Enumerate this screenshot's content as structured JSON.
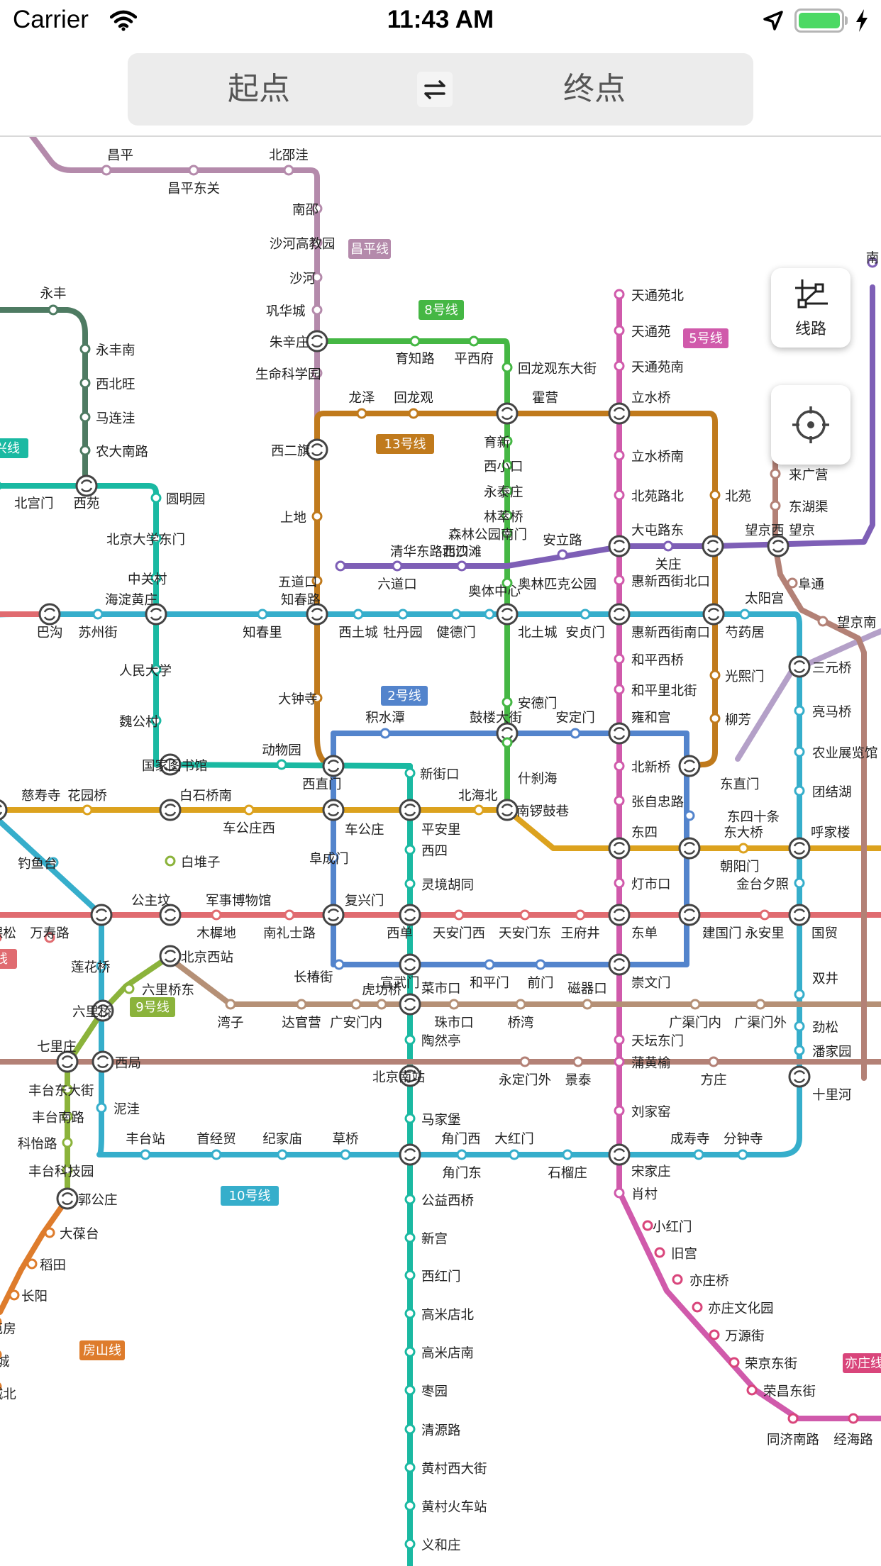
{
  "status_bar": {
    "carrier": "Carrier",
    "time": "11:43 AM"
  },
  "route_bar": {
    "start_placeholder": "起点",
    "end_placeholder": "终点"
  },
  "map_controls": {
    "lines_label": "线路"
  },
  "colors": {
    "line13": "#c07a1c",
    "line8": "#45b744",
    "line2": "#5384cc",
    "line10": "#36aecb",
    "line5": "#d05aab",
    "changping": "#b48aab",
    "line4": "#1ab9a2",
    "line1": "#e06b70",
    "line6": "#dca21e",
    "line15": "#7e5fb6",
    "line7": "#b59076",
    "line9": "#8bb33b",
    "fangshan": "#de7c2c",
    "yizhuang": "#d9457b",
    "airport": "#b4a0c8",
    "line14": "#b38176",
    "xijiao": "#4e7b62"
  },
  "line_labels": [
    {
      "text": "昌平线",
      "color": "#b48aab"
    },
    {
      "text": "8号线",
      "color": "#45b744"
    },
    {
      "text": "5号线",
      "color": "#d05aab"
    },
    {
      "text": "13号线",
      "color": "#c07a1c"
    },
    {
      "text": "2号线",
      "color": "#5384cc"
    },
    {
      "text": "10号线",
      "color": "#36aecb"
    },
    {
      "text": "9号线",
      "color": "#8bb33b"
    },
    {
      "text": "房山线",
      "color": "#de7c2c"
    },
    {
      "text": "亦庄线",
      "color": "#d9457b"
    },
    {
      "text": "兴线",
      "color": "#1ab9a2"
    },
    {
      "text": "线",
      "color": "#e06b70"
    }
  ],
  "stations": [
    "昌平",
    "昌平东关",
    "北邵洼",
    "南邵",
    "沙河高教园",
    "沙河",
    "巩华城",
    "朱辛庄",
    "生命科学园",
    "西二旗",
    "上地",
    "五道口",
    "知春路",
    "知春里",
    "大钟寺",
    "西直门",
    "积水潭",
    "鼓楼大街",
    "安德门",
    "什刹海",
    "南锣鼓巷",
    "北海北",
    "平安里",
    "西四",
    "灵境胡同",
    "西单",
    "复兴门",
    "阜成门",
    "车公庄",
    "车公庄西",
    "白石桥南",
    "国家图书馆",
    "动物园",
    "新街口",
    "天安门西",
    "天安门东",
    "王府井",
    "东单",
    "建国门",
    "永安里",
    "国贸",
    "双井",
    "劲松",
    "潘家园",
    "十里河",
    "分钟寺",
    "成寿寺",
    "宋家庄",
    "肖村",
    "小红门",
    "旧宫",
    "亦庄桥",
    "亦庄文化园",
    "万源街",
    "荣京东街",
    "荣昌东街",
    "同济南路",
    "经海路",
    "角门西",
    "角门东",
    "大红门",
    "石榴庄",
    "马家堡",
    "北京南站",
    "陶然亭",
    "菜市口",
    "宣武门",
    "长椿街",
    "和平门",
    "前门",
    "崇文门",
    "磁器口",
    "桥湾",
    "珠市口",
    "虎坊桥",
    "广安门内",
    "达官营",
    "湾子",
    "北京西站",
    "六里桥东",
    "六里桥",
    "七里庄",
    "西局",
    "泥洼",
    "丰台站",
    "首经贸",
    "纪家庙",
    "草桥",
    "公益西桥",
    "新宫",
    "西红门",
    "高米店北",
    "高米店南",
    "枣园",
    "清源路",
    "黄村西大街",
    "黄村火车站",
    "义和庄",
    "郭公庄",
    "大葆台",
    "稻田",
    "长阳",
    "篱笆房",
    "阳城",
    "学城北",
    "丰台东大街",
    "丰台南路",
    "科怡路",
    "丰台科技园",
    "公主坟",
    "军事博物馆",
    "木樨地",
    "南礼士路",
    "万寿路",
    "五棵松",
    "莲花桥",
    "白堆子",
    "慈寿寺",
    "花园桥",
    "钓鱼台",
    "巴沟",
    "苏州街",
    "海淀黄庄",
    "中关村",
    "北京大学东门",
    "圆明园",
    "西苑",
    "北宫门",
    "人民大学",
    "魏公村",
    "永丰",
    "永丰南",
    "西北旺",
    "马连洼",
    "农大南路",
    "育知路",
    "平西府",
    "回龙观东大街",
    "霍营",
    "龙泽",
    "回龙观",
    "育新",
    "西小口",
    "永泰庄",
    "林萃桥",
    "森林公园南门",
    "奥林匹克公园",
    "奥体中心",
    "北沙滩",
    "六道口",
    "清华东路西口",
    "安立路",
    "大屯路东",
    "关庄",
    "望京西",
    "望京",
    "东湖渠",
    "来广营",
    "阜通",
    "望京南",
    "芍药居",
    "太阳宫",
    "光熙门",
    "柳芳",
    "东直门",
    "东四十条",
    "东大桥",
    "呼家楼",
    "朝阳门",
    "金台夕照",
    "东四",
    "灯市口",
    "张自忠路",
    "北新桥",
    "雍和宫",
    "和平里北街",
    "和平西桥",
    "惠新西街南口",
    "惠新西街北口",
    "北土城",
    "安贞门",
    "健德门",
    "牡丹园",
    "西土城",
    "立水桥",
    "立水桥南",
    "北苑路北",
    "北苑",
    "天通苑北",
    "天通苑",
    "天通苑南",
    "三元桥",
    "亮马桥",
    "农业展览馆",
    "团结湖",
    "安定门",
    "天坛东门",
    "蒲黄榆",
    "刘家窑",
    "方庄",
    "永定门外",
    "景泰",
    "广渠门内",
    "广渠门外",
    "南"
  ]
}
